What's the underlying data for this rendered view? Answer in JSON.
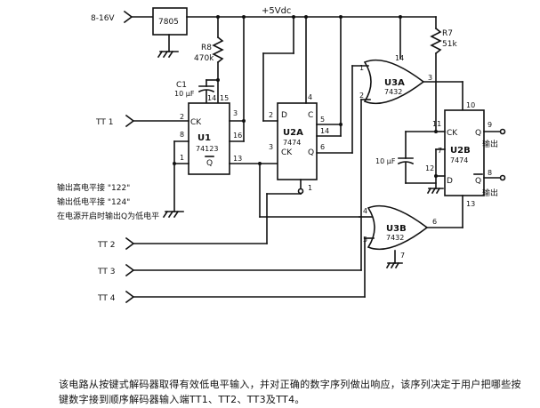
{
  "supply": {
    "input_range": "8-16V",
    "regulator": "7805",
    "rail": "+5Vdc"
  },
  "components": {
    "r8": {
      "name": "R8",
      "value": "470k"
    },
    "c1": {
      "name": "C1",
      "value": "10 µF"
    },
    "r7": {
      "name": "R7",
      "value": "51k"
    },
    "c_u2b": {
      "value": "10 µF"
    }
  },
  "chips": {
    "u1": {
      "name": "U1",
      "part": "74123",
      "ck": "CK",
      "qbar": "Q",
      "pins": {
        "p14": "14",
        "p15": "15",
        "p2": "2",
        "p3": "3",
        "p8": "8",
        "p16": "16",
        "p1": "1",
        "p13": "13"
      }
    },
    "u2a": {
      "name": "U2A",
      "part": "7474",
      "d": "D",
      "c": "C",
      "ck": "CK",
      "q": "Q",
      "pins": {
        "p4": "4",
        "p2": "2",
        "p3": "3",
        "p5": "5",
        "p14": "14",
        "p6": "6",
        "p1": "1"
      }
    },
    "u3a": {
      "name": "U3A",
      "part": "7432",
      "pins": {
        "p14": "14",
        "p1": "1",
        "p2": "2",
        "p3": "3"
      }
    },
    "u3b": {
      "name": "U3B",
      "part": "7432",
      "pins": {
        "p4": "4",
        "p5": "5",
        "p6": "6",
        "p7": "7"
      }
    },
    "u2b": {
      "name": "U2B",
      "part": "7474",
      "ck": "CK",
      "d": "D",
      "q": "Q",
      "qbar": "Q",
      "pins": {
        "p10": "10",
        "p11": "11",
        "p7": "7",
        "p12": "12",
        "p9": "9",
        "p8": "8",
        "p13": "13"
      }
    }
  },
  "inputs": {
    "tt1": "TT 1",
    "tt2": "TT 2",
    "tt3": "TT 3",
    "tt4": "TT 4"
  },
  "outputs": {
    "out1": "输出",
    "out2": "输出"
  },
  "notes": {
    "line1": "输出高电平接 \"122\"",
    "line2": "输出低电平接 \"124\"",
    "line3": "在电源开启时输出Q为低电平"
  },
  "caption": "该电路从按键式解码器取得有效低电平输入，并对正确的数字序列做出响应，该序列决定于用户把哪些按键数字接到顺序解码器输入端TT1、TT2、TT3及TT4。"
}
